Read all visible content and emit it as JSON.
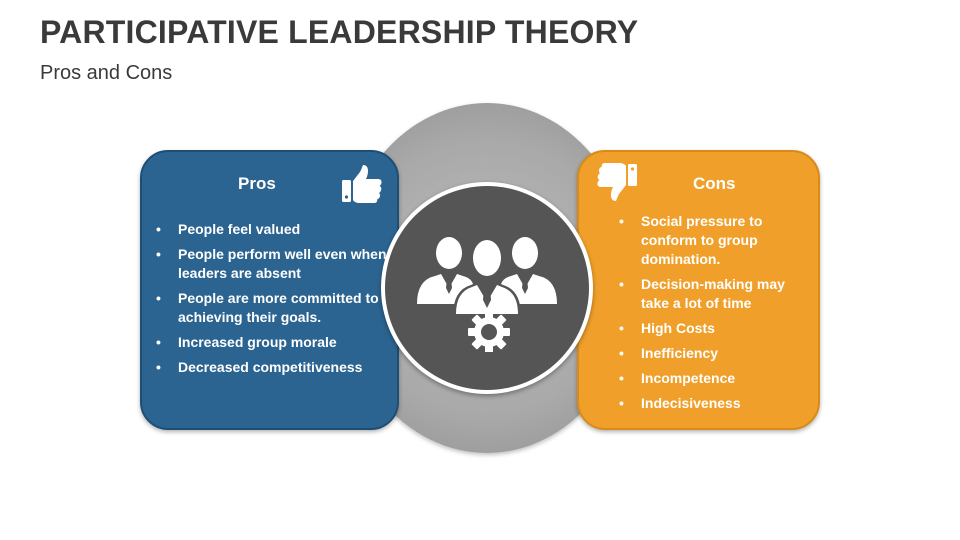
{
  "header": {
    "title": "PARTICIPATIVE LEADERSHIP THEORY",
    "subtitle": "Pros and Cons"
  },
  "pros": {
    "title": "Pros",
    "icon": "thumbs-up-icon",
    "color": "#2c6491",
    "items": [
      "People feel valued",
      "People perform well even when leaders are absent",
      "People are more committed to achieving their goals.",
      "Increased group morale",
      "Decreased competitiveness"
    ]
  },
  "cons": {
    "title": "Cons",
    "icon": "thumbs-down-icon",
    "color": "#f0a02a",
    "items": [
      "Social pressure to conform to group domination.",
      "Decision-making may take a lot of time",
      "High Costs",
      "Inefficiency",
      "Incompetence",
      "Indecisiveness"
    ]
  },
  "center": {
    "icon": "team-gear-icon",
    "circle_color": "#555555",
    "ring_color": "#a9a9a9"
  }
}
